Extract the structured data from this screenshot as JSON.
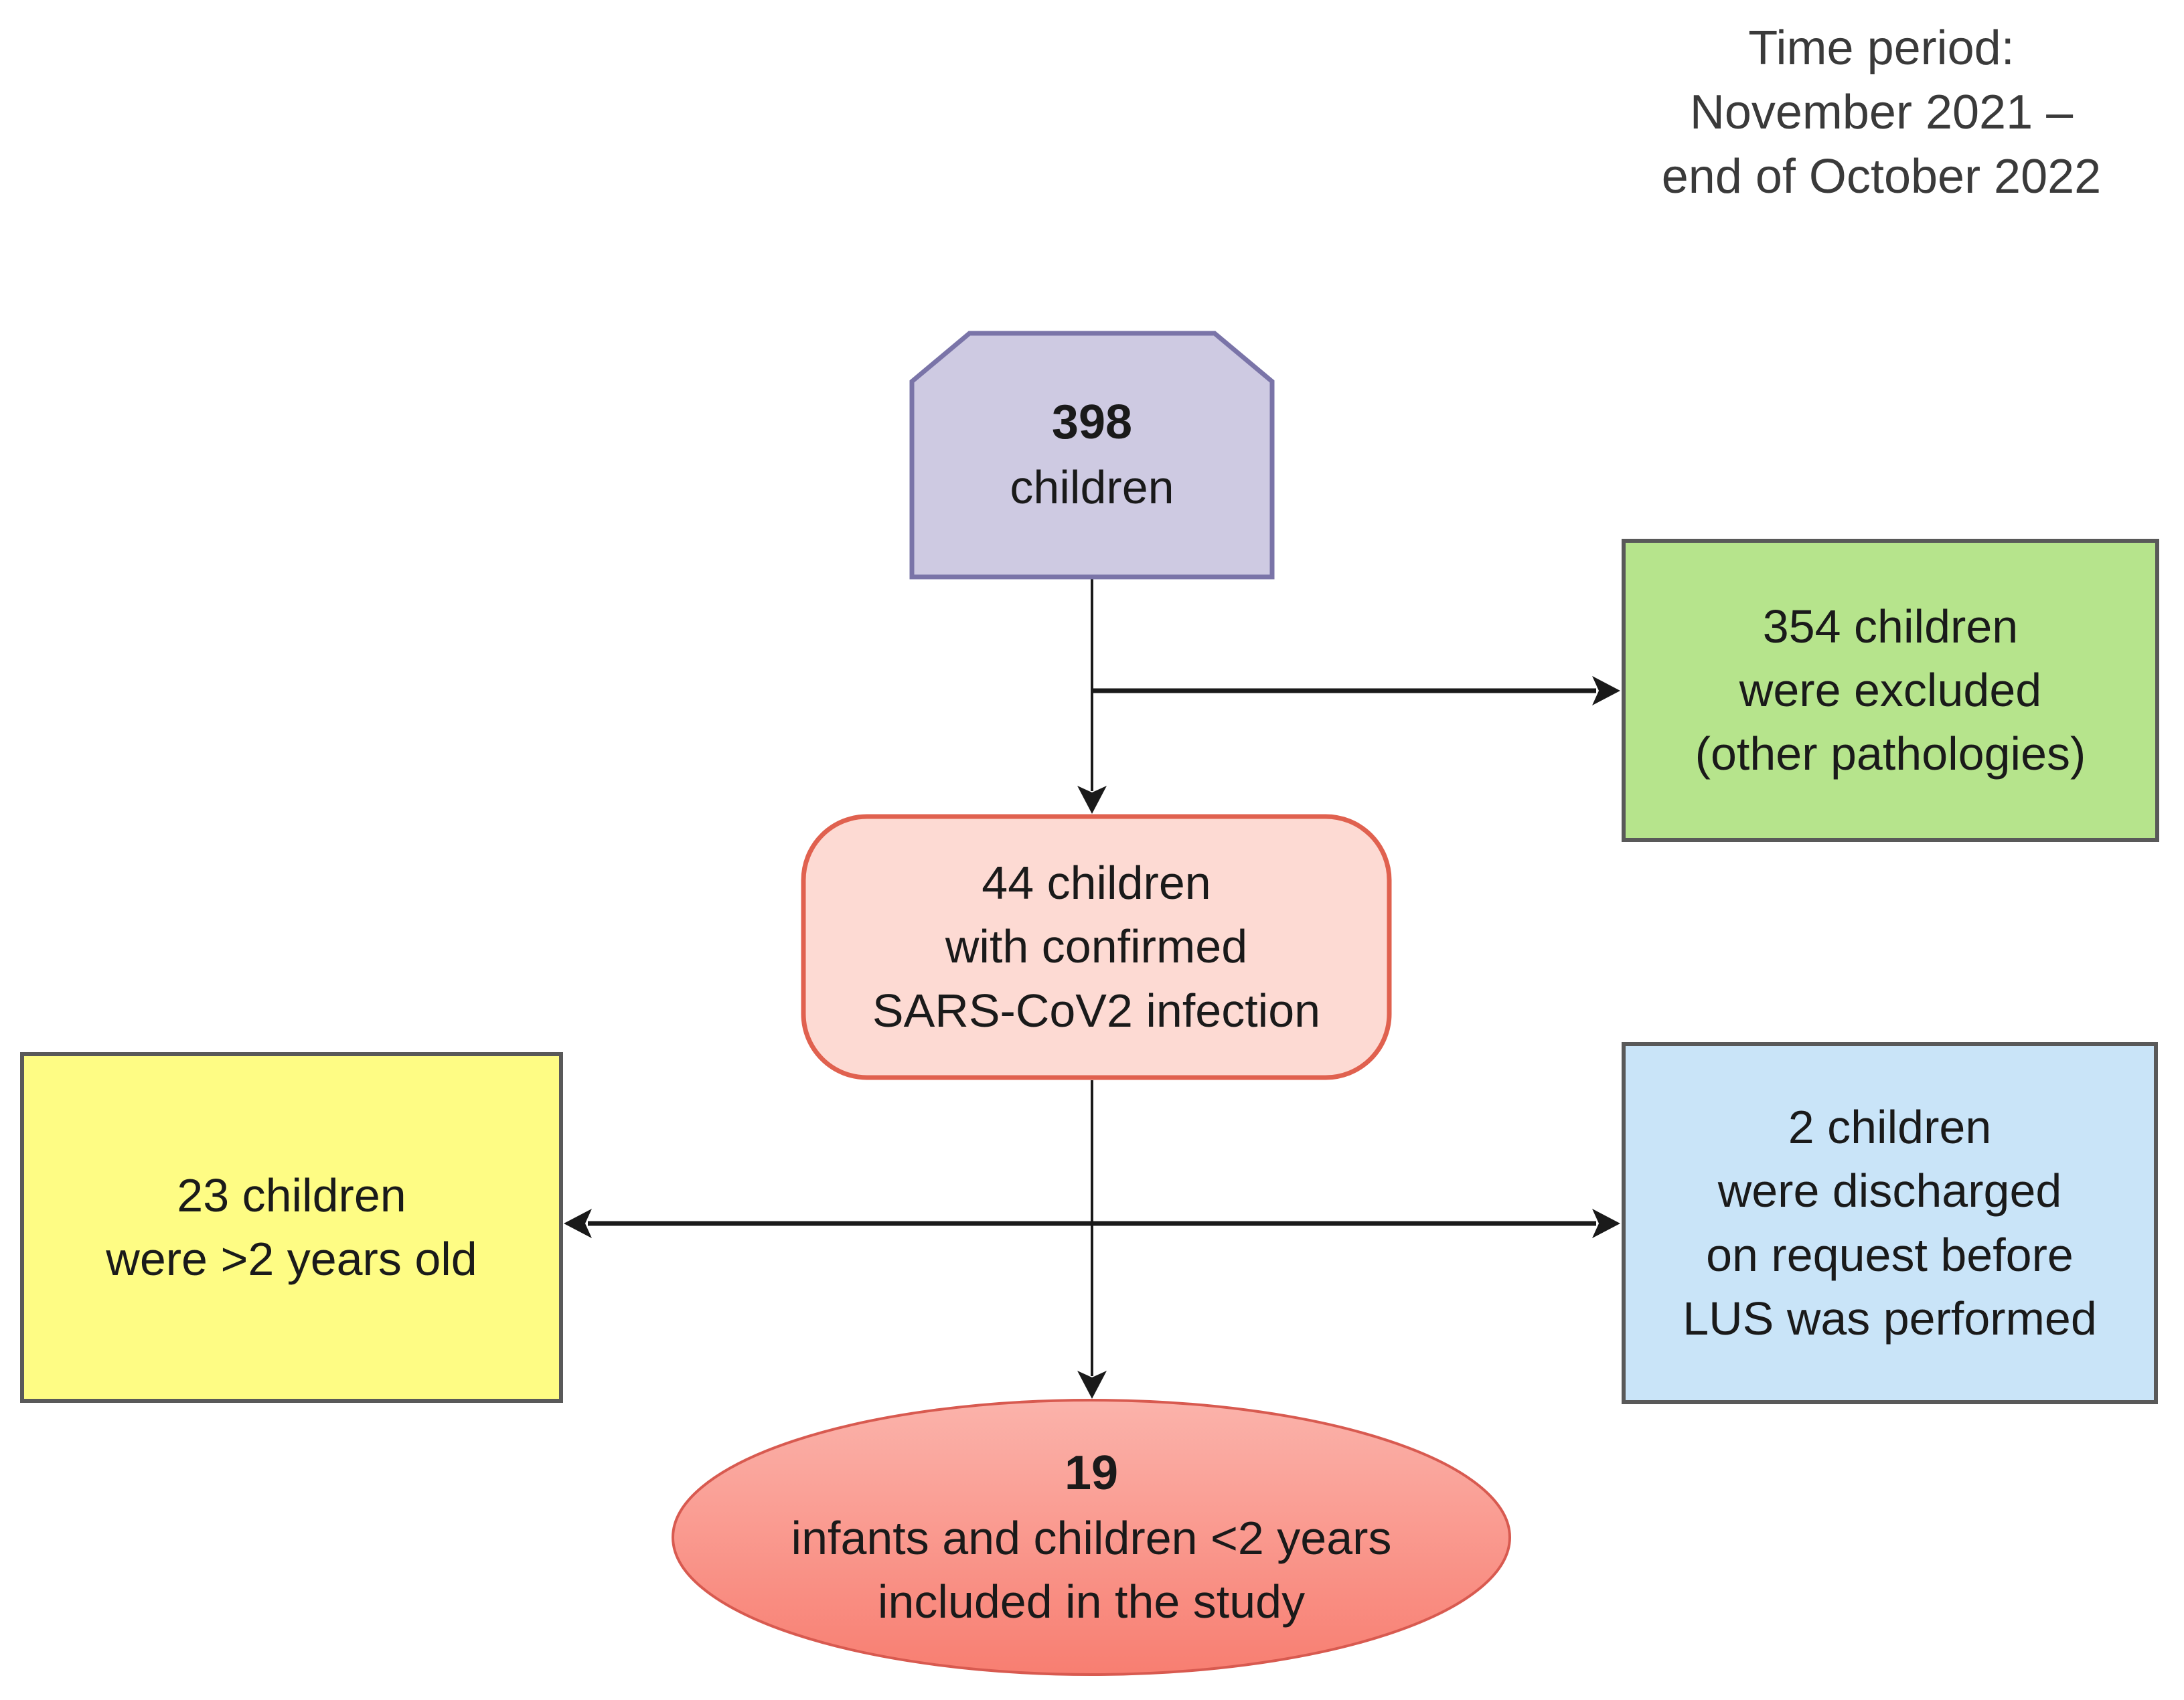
{
  "annotation": {
    "text": "Time period:\nNovember 2021 –\nend of October 2022"
  },
  "nodes": {
    "start": {
      "number": "398",
      "label": "children"
    },
    "excluded": {
      "text": "354 children\nwere excluded\n(other pathologies)"
    },
    "confirmed": {
      "text": "44 children\nwith confirmed\nSARS-CoV2 infection"
    },
    "older": {
      "text": "23 children\nwere >2 years old"
    },
    "discharged": {
      "text": "2 children\nwere discharged\non request before\nLUS was performed"
    },
    "included": {
      "number": "19",
      "label": "infants and children <2 years\nincluded in the study"
    }
  },
  "colors": {
    "purple-fill": "#CECAE2",
    "purple-border": "#7A74A8",
    "green-fill": "#B6E48C",
    "yellow-fill": "#FEFC84",
    "blue-fill": "#C9E4F8",
    "pink-fill": "#FDDAD3",
    "pink-border": "#E0614F",
    "gray-border": "#595959",
    "ellipse-top": "#FBB3AB",
    "ellipse-bottom": "#F87E71",
    "ellipse-border": "#D85A50",
    "arrow": "#1a1a1a",
    "text": "#1a1a1a",
    "annotation-text": "#3a3a3a"
  }
}
